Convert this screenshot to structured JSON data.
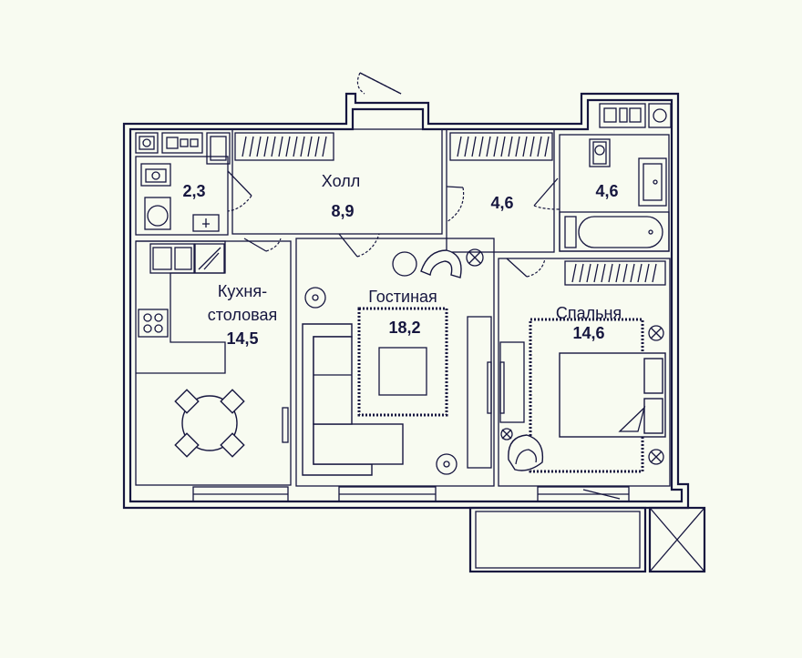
{
  "rooms": {
    "wc": {
      "area": "2,3"
    },
    "hall": {
      "name": "Холл",
      "area": "8,9"
    },
    "storage": {
      "area": "4,6"
    },
    "bathroom": {
      "area": "4,6"
    },
    "kitchen": {
      "name_line1": "Кухня-",
      "name_line2": "столовая",
      "area": "14,5"
    },
    "living": {
      "name": "Гостиная",
      "area": "18,2"
    },
    "bedroom": {
      "name": "Спальня",
      "area": "14,6"
    }
  },
  "colors": {
    "ink": "#16163f",
    "paper": "#f8fbf1"
  }
}
